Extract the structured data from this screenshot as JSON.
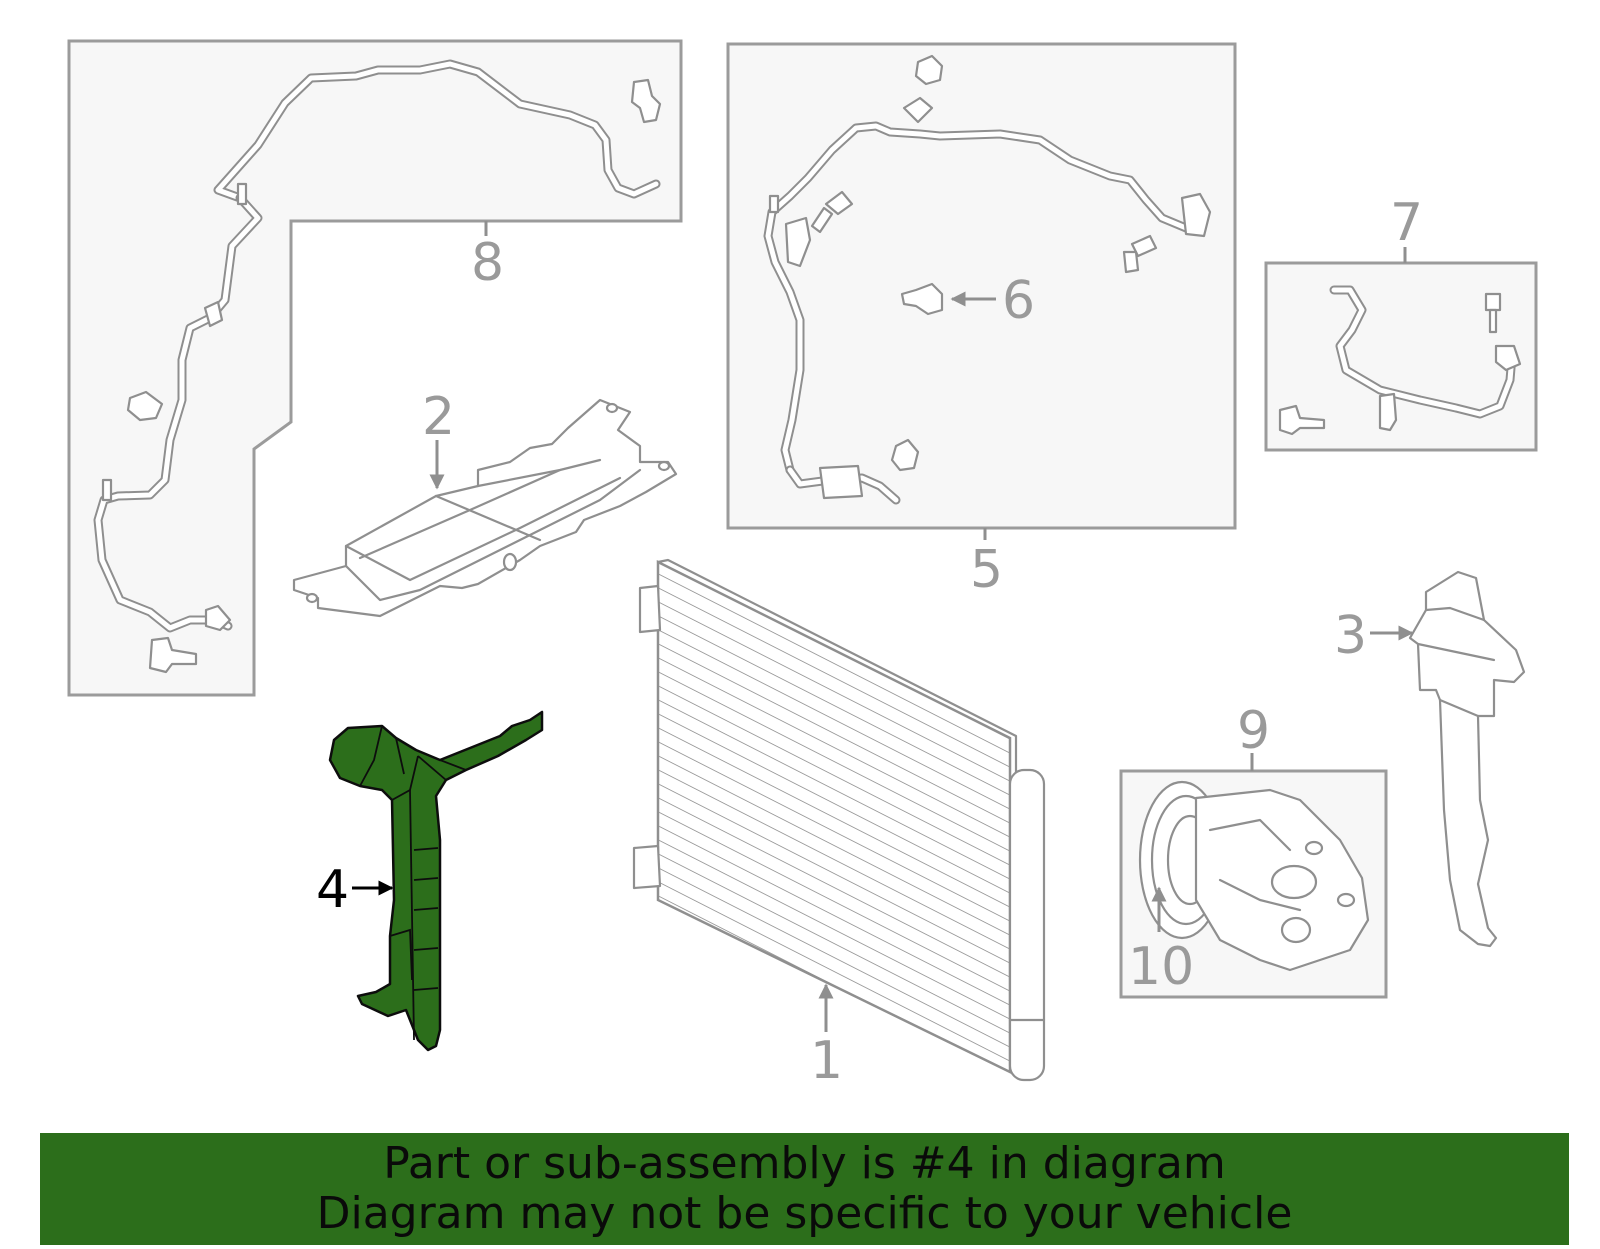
{
  "callouts": {
    "c1": "1",
    "c2": "2",
    "c3": "3",
    "c4": "4",
    "c5": "5",
    "c6": "6",
    "c7": "7",
    "c8": "8",
    "c9": "9",
    "c10": "10"
  },
  "highlight": {
    "part_number": "4",
    "color": "#2c6e1b"
  },
  "banner": {
    "line1": "Part or sub-assembly is #4 in diagram",
    "line2": "Diagram may not be specific to your vehicle",
    "background": "#2c6e1b"
  }
}
